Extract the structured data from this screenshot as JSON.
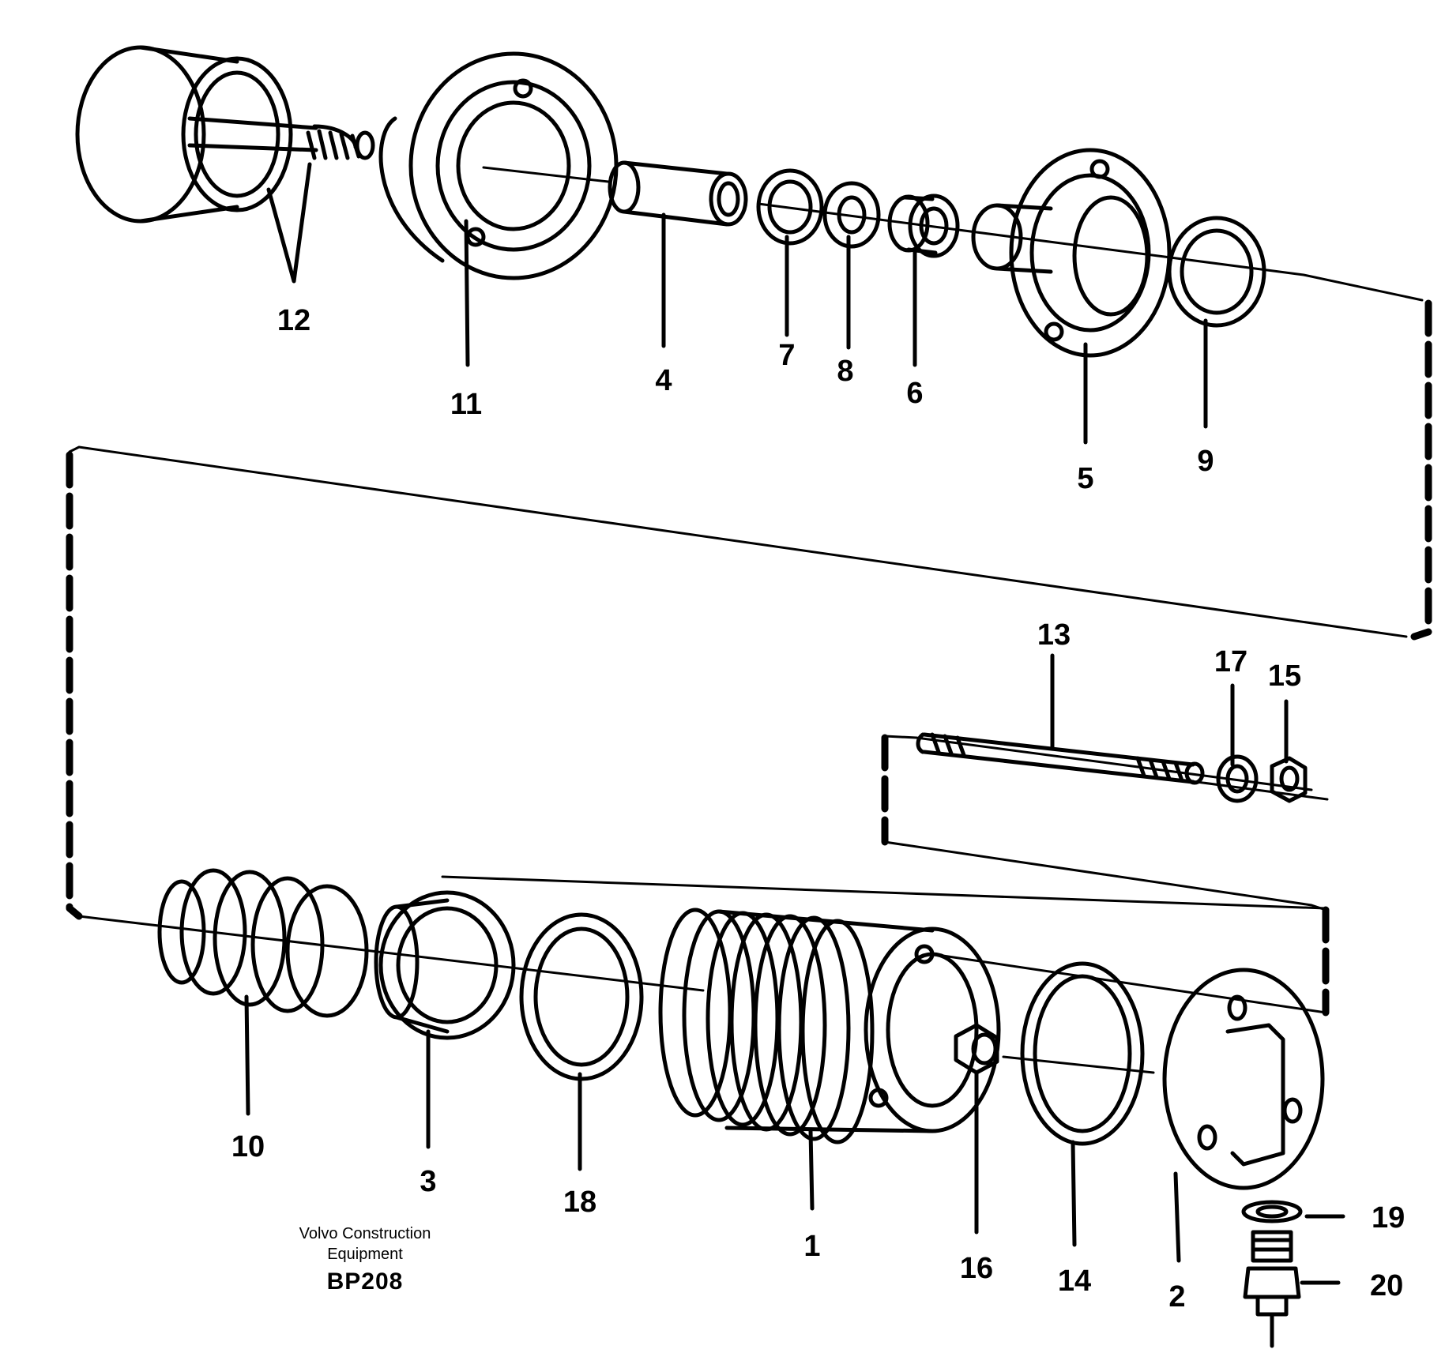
{
  "diagram": {
    "labels": {
      "p1": "1",
      "p2": "2",
      "p3": "3",
      "p4": "4",
      "p5": "5",
      "p6": "6",
      "p7": "7",
      "p8": "8",
      "p9": "9",
      "p10": "10",
      "p11": "11",
      "p12": "12",
      "p13": "13",
      "p14": "14",
      "p15": "15",
      "p16": "16",
      "p17": "17",
      "p18": "18",
      "p19": "19",
      "p20": "20"
    },
    "caption": {
      "line1": "Volvo Construction",
      "line2": "Equipment",
      "code": "BP208"
    }
  }
}
